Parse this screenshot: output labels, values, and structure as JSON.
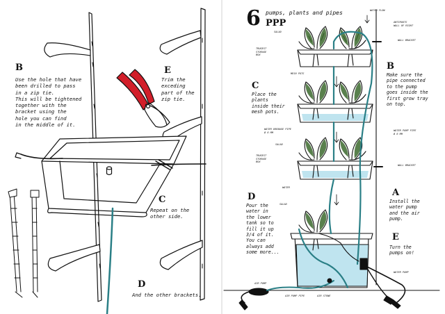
{
  "left_page": {
    "steps": [
      {
        "letter": "B",
        "text": "Use the hole that have\nbeen drilled to pass\nin a zip tie.\nThis will be tightened\ntogether with the\nbracket using the\nhole you can find\nin the middle of it."
      },
      {
        "letter": "E",
        "text": "Trim the\nexceding\npart of the\nzip tie."
      },
      {
        "letter": "C",
        "text": "Repeat on the\nother side."
      },
      {
        "letter": "D",
        "text": "And the other brackets."
      }
    ]
  },
  "right_page": {
    "number": "6",
    "title": "pumps, plants and pipes",
    "subtitle": "PPP",
    "steps": [
      {
        "letter": "B",
        "text": "Make sure the\npipe connected\nto the pump\ngoes inside the\nfirst grow tray\non top."
      },
      {
        "letter": "C",
        "text": "Place the\nplants\ninside their\nmesh pots."
      },
      {
        "letter": "A",
        "text": "Install the\nwater pump\nand the air\npump."
      },
      {
        "letter": "D",
        "text": "Pour the\nwater in\nthe lower\ntank so to\nfill it up\n3/4 of it.\nYou can\nalways add\nsome more..."
      },
      {
        "letter": "E",
        "text": "Turn the\npumps on!"
      }
    ],
    "labels": {
      "water_flow": "WATER FLOW",
      "salad_1": "SALAD",
      "salad_2": "SALAD",
      "salad_3": "SALAD",
      "trugest_1": "TRUGEST\nSTORAGE\nBOX",
      "trugest_2": "TRUGEST\nSTORAGE\nBOX",
      "mesh_pots": "MESH POTS",
      "antiroots": "ANTIROOTS\nWALL OF RIGHT",
      "wall_bracket_1": "WALL BRACKET",
      "wall_bracket_2": "WALL BRACKET",
      "water_pump_pipe": "WATER PUMP PIPE\nØ 6 MM",
      "water_drain_pipe": "WATER DRENAGE PIPE\nØ 6 MM",
      "water": "WATER",
      "water_pump": "WATER PUMP",
      "air_pump": "AIR PUMP",
      "air_pump_pipe": "AIR PUMP PIPE",
      "air_stone": "AIR STONE"
    }
  },
  "colors": {
    "pipe": "#2a7f86",
    "water": "#bfe4ef",
    "cutter_handle": "#d21f2a",
    "leaf": "#3d6b2e",
    "ink": "#111111"
  }
}
